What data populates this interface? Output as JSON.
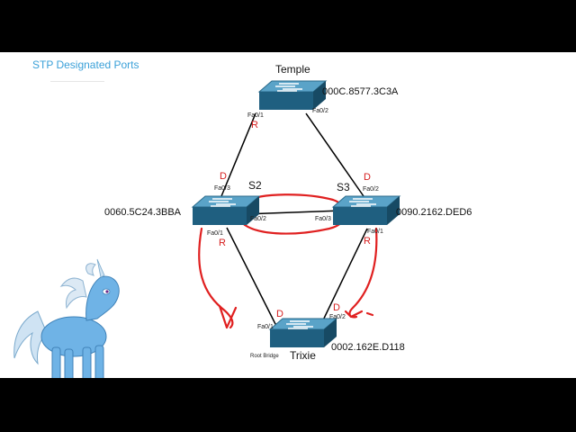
{
  "slide": {
    "title": "STP Designated Ports"
  },
  "switches": {
    "temple": {
      "name": "Temple",
      "mac": "000C.8577.3C3A",
      "ports": {
        "left": "Fa0/1",
        "right": "Fa0/2"
      },
      "roles": {
        "left": "R"
      }
    },
    "s2": {
      "name": "S2",
      "mac": "0060.5C24.3BBA",
      "ports": {
        "top": "Fa0/3",
        "side": "Fa0/2",
        "bottom": "Fa0/1"
      },
      "roles": {
        "top": "D",
        "bottom": "R"
      }
    },
    "s3": {
      "name": "S3",
      "mac": "0090.2162.DED6",
      "ports": {
        "top": "Fa0/2",
        "side": "Fa0/3",
        "bottom": "Fa0/1"
      },
      "roles": {
        "top": "D",
        "bottom": "R"
      }
    },
    "trixie": {
      "name": "Trixie",
      "mac": "0002.162E.D118",
      "caption": "Root Bridge",
      "ports": {
        "left": "Fa0/1",
        "right": "Fa0/2"
      },
      "roles": {
        "left": "D",
        "right": "D"
      }
    }
  },
  "colors": {
    "title": "#3aa0d8",
    "role": "#d62020",
    "annotation": "#e02020",
    "switch_top": "#4a8fb3",
    "switch_side": "#1f5f80"
  },
  "icons": [
    "switch-icon",
    "pony-character-image"
  ]
}
